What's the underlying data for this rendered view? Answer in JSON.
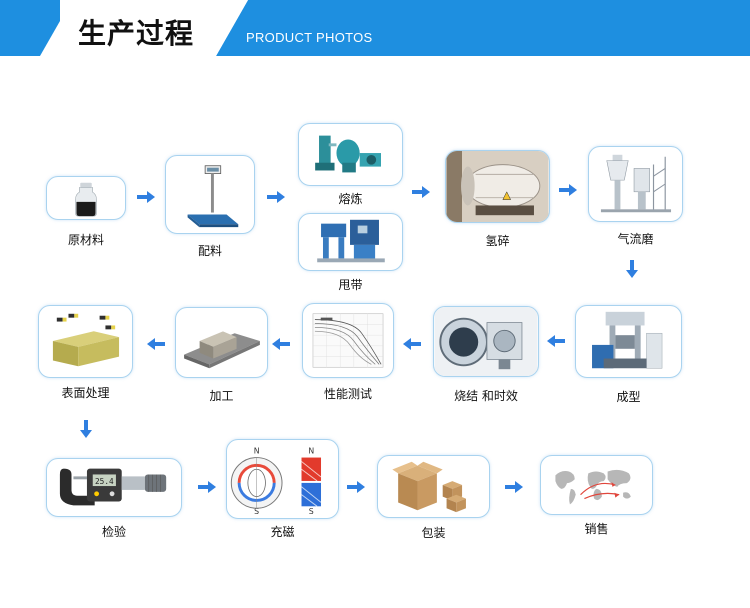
{
  "header": {
    "title": "生产过程",
    "subtitle": "PRODUCT PHOTOS"
  },
  "colors": {
    "header_blue": "#1e8fe0",
    "arrow_blue": "#2f7fe0",
    "node_border": "#a9d3ef"
  },
  "steps": {
    "raw_material": {
      "label": "原材料",
      "icon": "jar-of-powder-icon"
    },
    "batching": {
      "label": "配料",
      "icon": "platform-scale-icon"
    },
    "smelting": {
      "label": "熔炼",
      "icon": "smelting-furnace-icon"
    },
    "strip_casting": {
      "label": "甩带",
      "icon": "strip-casting-machine-icon"
    },
    "hydrogen_decrepitation": {
      "label": "氢碎",
      "icon": "hydrogen-furnace-icon"
    },
    "jet_milling": {
      "label": "气流磨",
      "icon": "jet-mill-icon"
    },
    "forming": {
      "label": "成型",
      "icon": "press-machine-icon"
    },
    "sintering_aging": {
      "label": "烧结 和时效",
      "icon": "vacuum-sintering-furnace-icon"
    },
    "performance_testing": {
      "label": "性能测试",
      "icon": "test-curve-chart-icon"
    },
    "machining": {
      "label": "加工",
      "icon": "machined-magnet-icon"
    },
    "surface_treatment": {
      "label": "表面处理",
      "icon": "coated-magnets-icon"
    },
    "inspection": {
      "label": "检验",
      "icon": "micrometer-icon"
    },
    "magnetizing": {
      "label": "充磁",
      "icon": "magnet-poles-icon"
    },
    "packaging": {
      "label": "包装",
      "icon": "cardboard-boxes-icon"
    },
    "sales": {
      "label": "销售",
      "icon": "world-map-icon"
    }
  },
  "magnet_poles": {
    "north": "N",
    "south": "S"
  }
}
